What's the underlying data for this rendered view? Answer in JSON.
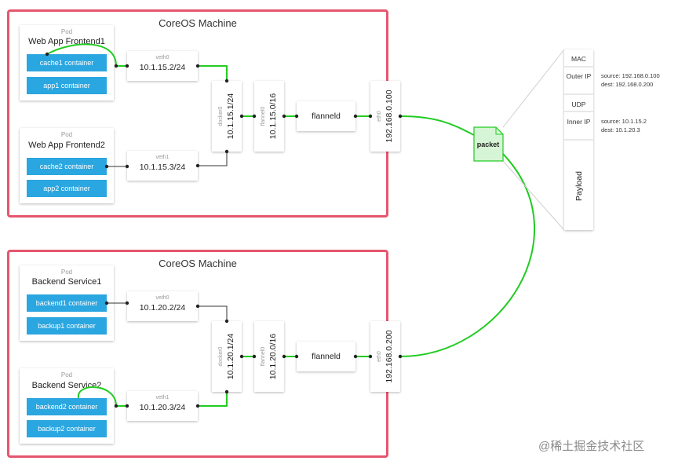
{
  "machines": [
    {
      "title": "CoreOS Machine",
      "pods": [
        {
          "tag": "Pod",
          "name": "Web App Frontend1",
          "containers": [
            "cache1 container",
            "app1 container"
          ]
        },
        {
          "tag": "Pod",
          "name": "Web App Frontend2",
          "containers": [
            "cache2 container",
            "app2 container"
          ]
        }
      ],
      "veths": [
        {
          "tag": "veth0",
          "ip": "10.1.15.2/24"
        },
        {
          "tag": "veth1",
          "ip": "10.1.15.3/24"
        }
      ],
      "docker0": {
        "tag": "docker0",
        "ip": "10.1.15.1/24"
      },
      "flannel0": {
        "tag": "flannel0",
        "ip": "10.1.15.0/16"
      },
      "flanneld": "flanneld",
      "eth0": {
        "tag": "eth0",
        "ip": "192.168.0.100"
      }
    },
    {
      "title": "CoreOS Machine",
      "pods": [
        {
          "tag": "Pod",
          "name": "Backend Service1",
          "containers": [
            "backend1 container",
            "backup1 container"
          ]
        },
        {
          "tag": "Pod",
          "name": "Backend Service2",
          "containers": [
            "backend2 container",
            "backup2 container"
          ]
        }
      ],
      "veths": [
        {
          "tag": "veth0",
          "ip": "10.1.20.2/24"
        },
        {
          "tag": "veth1",
          "ip": "10.1.20.3/24"
        }
      ],
      "docker0": {
        "tag": "docker0",
        "ip": "10.1.20.1/24"
      },
      "flannel0": {
        "tag": "flannel0",
        "ip": "10.1.20.0/16"
      },
      "flanneld": "flanneld",
      "eth0": {
        "tag": "eth0",
        "ip": "192.168.0.200"
      }
    }
  ],
  "packet": {
    "label": "packet",
    "mac": "MAC",
    "outer_ip": "Outer IP",
    "outer_source": "source: 192.168.0.100",
    "outer_dest": "dest: 192.168.0.200",
    "udp": "UDP",
    "inner_ip": "Inner IP",
    "inner_source": "source: 10.1.15.2",
    "inner_dest": "dest: 10.1.20.3",
    "payload": "Payload"
  },
  "watermark": "@稀土掘金技术社区",
  "colors": {
    "machine_border": "#e5566e",
    "container": "#2aa6e0",
    "link": "#22cc22",
    "packet_fill": "#d6f5d6"
  }
}
